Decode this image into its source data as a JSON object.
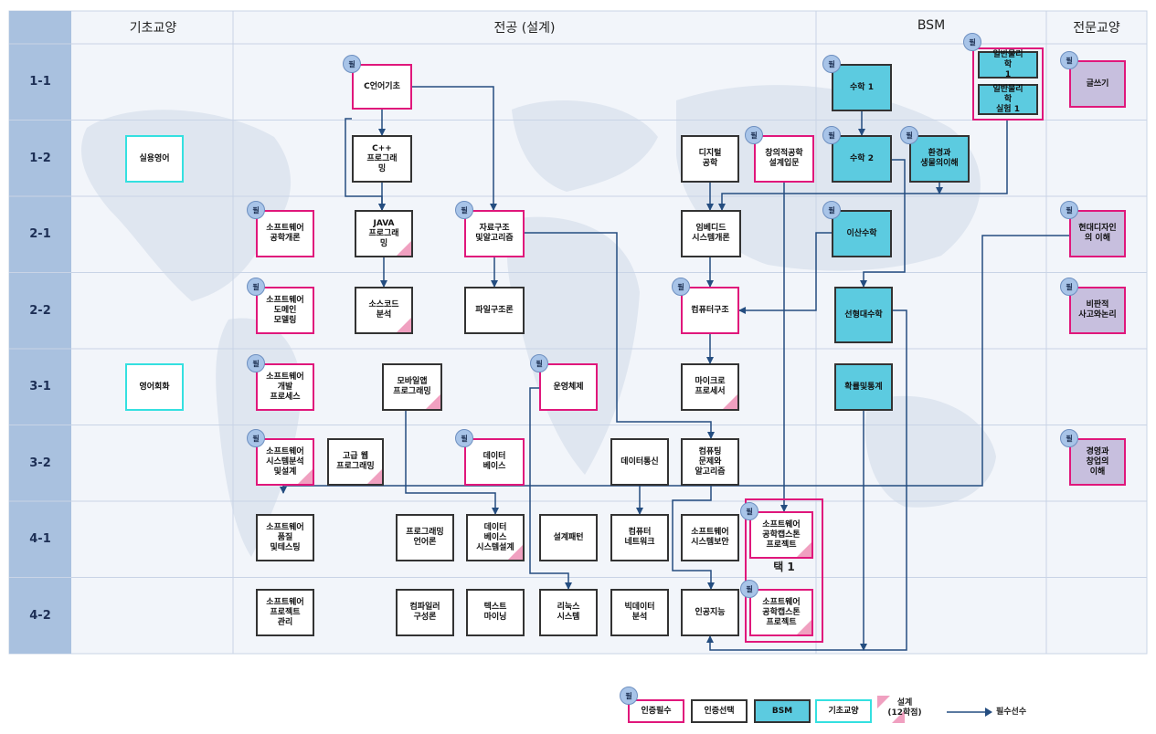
{
  "colors": {
    "required": "#e0177b",
    "elective": "#333333",
    "bsm": "#5ccbe0",
    "general": "#34e0e0",
    "liberal": "#c7bfde",
    "design": "#f0a0c0",
    "arrow": "#244d80",
    "semester": "#a9c1df",
    "badge": "#a8c4e8"
  },
  "icons": {
    "arrow": "arrow-icon",
    "design_mark": "design-corner-triangle-icon",
    "badge": "required-badge-icon"
  },
  "badge_text": "필",
  "headers": [
    "기초교양",
    "전공 (설계)",
    "BSM",
    "전문교양"
  ],
  "semesters": [
    "1-1",
    "1-2",
    "2-1",
    "2-2",
    "3-1",
    "3-2",
    "4-1",
    "4-2"
  ],
  "courses": [
    {
      "id": "c-lang",
      "label": "C언어기초",
      "kind": "req",
      "badge": true,
      "design": false
    },
    {
      "id": "cpp",
      "label": "C++\n프로그래\n밍",
      "kind": "opt",
      "badge": false,
      "design": false
    },
    {
      "id": "java",
      "label": "JAVA\n프로그래\n밍",
      "kind": "opt",
      "badge": false,
      "design": true
    },
    {
      "id": "sw-eng",
      "label": "소프트웨어\n공학개론",
      "kind": "req",
      "badge": true,
      "design": false
    },
    {
      "id": "ds",
      "label": "자료구조\n및알고리즘",
      "kind": "req",
      "badge": true,
      "design": false
    },
    {
      "id": "source",
      "label": "소스코드\n분석",
      "kind": "opt",
      "badge": false,
      "design": true
    },
    {
      "id": "file",
      "label": "파일구조론",
      "kind": "opt",
      "badge": false,
      "design": false
    },
    {
      "id": "domain",
      "label": "소프트웨어\n도메인\n모델링",
      "kind": "req",
      "badge": true,
      "design": false
    },
    {
      "id": "process",
      "label": "소프트웨어\n개발\n프로세스",
      "kind": "req",
      "badge": true,
      "design": false
    },
    {
      "id": "mobile",
      "label": "모바일앱\n프로그래밍",
      "kind": "opt",
      "badge": false,
      "design": true
    },
    {
      "id": "os",
      "label": "운영체제",
      "kind": "req",
      "badge": true,
      "design": false
    },
    {
      "id": "analysis",
      "label": "소프트웨어\n시스템분석\n및설계",
      "kind": "req",
      "badge": true,
      "design": true
    },
    {
      "id": "web",
      "label": "고급 웹\n프로그래밍",
      "kind": "opt",
      "badge": false,
      "design": true
    },
    {
      "id": "db",
      "label": "데이터\n베이스",
      "kind": "req",
      "badge": true,
      "design": false
    },
    {
      "id": "datacomm",
      "label": "데이터통신",
      "kind": "opt",
      "badge": false,
      "design": false
    },
    {
      "id": "computing",
      "label": "컴퓨팅\n문제와\n알고리즘",
      "kind": "opt",
      "badge": false,
      "design": false
    },
    {
      "id": "quality",
      "label": "소프트웨어\n품질\n및테스팅",
      "kind": "opt",
      "badge": false,
      "design": false
    },
    {
      "id": "plang",
      "label": "프로그래밍\n언어론",
      "kind": "opt",
      "badge": false,
      "design": false
    },
    {
      "id": "dbsys",
      "label": "데이터\n베이스\n시스템설계",
      "kind": "opt",
      "badge": false,
      "design": true
    },
    {
      "id": "pattern",
      "label": "설계패턴",
      "kind": "opt",
      "badge": false,
      "design": false
    },
    {
      "id": "network",
      "label": "컴퓨터\n네트워크",
      "kind": "opt",
      "badge": false,
      "design": false
    },
    {
      "id": "security",
      "label": "소프트웨어\n시스템보안",
      "kind": "opt",
      "badge": false,
      "design": false
    },
    {
      "id": "capstone1",
      "label": "소프트웨어\n공학캡스톤\n프로젝트",
      "kind": "req",
      "badge": true,
      "design": true
    },
    {
      "id": "pm",
      "label": "소프트웨어\n프로젝트\n관리",
      "kind": "opt",
      "badge": false,
      "design": false
    },
    {
      "id": "compiler",
      "label": "컴파일러\n구성론",
      "kind": "opt",
      "badge": false,
      "design": false
    },
    {
      "id": "textmining",
      "label": "텍스트\n마이닝",
      "kind": "opt",
      "badge": false,
      "design": false
    },
    {
      "id": "linux",
      "label": "리눅스\n시스템",
      "kind": "opt",
      "badge": false,
      "design": false
    },
    {
      "id": "bigdata",
      "label": "빅데이터\n분석",
      "kind": "opt",
      "badge": false,
      "design": false
    },
    {
      "id": "ai",
      "label": "인공지능",
      "kind": "opt",
      "badge": false,
      "design": false
    },
    {
      "id": "capstone2",
      "label": "소프트웨어\n공학캡스톤\n프로젝트",
      "kind": "req",
      "badge": true,
      "design": true
    },
    {
      "id": "digital",
      "label": "디지털\n공학",
      "kind": "opt",
      "badge": false,
      "design": false
    },
    {
      "id": "embedded",
      "label": "임베디드\n시스템개론",
      "kind": "opt",
      "badge": false,
      "design": false
    },
    {
      "id": "arch",
      "label": "컴퓨터구조",
      "kind": "req",
      "badge": true,
      "design": false
    },
    {
      "id": "micro",
      "label": "마이크로\n프로세서",
      "kind": "opt",
      "badge": false,
      "design": true
    },
    {
      "id": "creative",
      "label": "창의적공학\n설계입문",
      "kind": "req",
      "badge": true,
      "design": false
    },
    {
      "id": "math1",
      "label": "수학 1",
      "kind": "bsm",
      "badge": true,
      "design": false
    },
    {
      "id": "math2",
      "label": "수학 2",
      "kind": "bsm",
      "badge": true,
      "design": false
    },
    {
      "id": "env",
      "label": "환경과\n생물의이해",
      "kind": "bsm",
      "badge": true,
      "design": false
    },
    {
      "id": "discrete",
      "label": "이산수학",
      "kind": "bsm",
      "badge": true,
      "design": false
    },
    {
      "id": "linear",
      "label": "선형대수학",
      "kind": "bsm",
      "badge": false,
      "design": false
    },
    {
      "id": "prob",
      "label": "확률및통계",
      "kind": "bsm",
      "badge": false,
      "design": false
    },
    {
      "id": "physics1",
      "label": "일반물리\n학\n1",
      "kind": "bsm",
      "badge": false,
      "design": false
    },
    {
      "id": "physlab1",
      "label": "일반물리\n학\n실험 1",
      "kind": "bsm",
      "badge": false,
      "design": false
    },
    {
      "id": "english",
      "label": "실용영어",
      "kind": "gen",
      "badge": false,
      "design": false
    },
    {
      "id": "conversation",
      "label": "영어회화",
      "kind": "gen",
      "badge": false,
      "design": false
    },
    {
      "id": "writing",
      "label": "글쓰기",
      "kind": "lib",
      "badge": true,
      "design": false
    },
    {
      "id": "design-und",
      "label": "현대디자인\n의 이해",
      "kind": "lib",
      "badge": true,
      "design": false
    },
    {
      "id": "critical",
      "label": "비판적\n사고와논리",
      "kind": "lib",
      "badge": true,
      "design": false
    },
    {
      "id": "venture",
      "label": "경영과\n창업의\n이해",
      "kind": "lib",
      "badge": true,
      "design": false
    }
  ],
  "choice_label": "택 1",
  "legend": {
    "required": "인증필수",
    "elective": "인증선택",
    "bsm": "BSM",
    "general": "기초교양",
    "design": "설계\n(12학점)",
    "arrow": "필수선수"
  }
}
